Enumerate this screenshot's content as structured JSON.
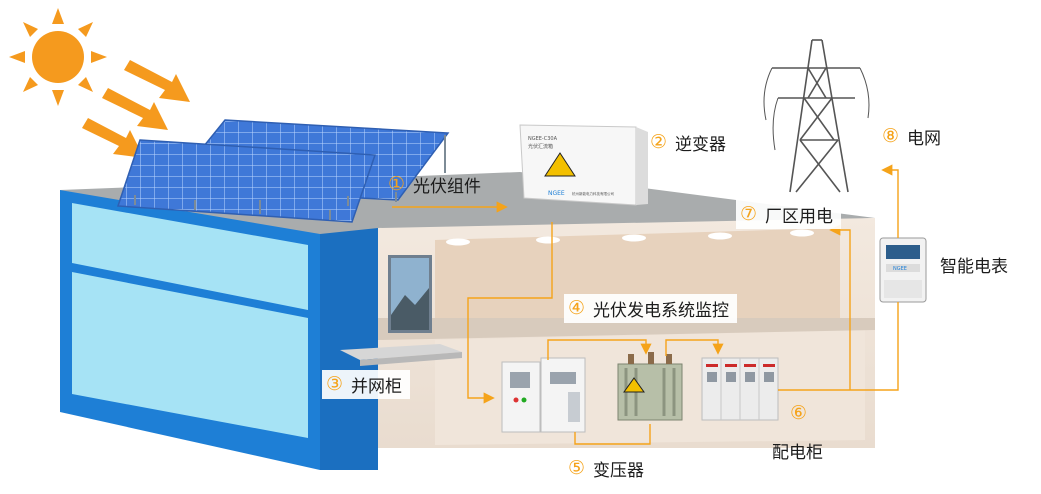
{
  "labels": [
    {
      "num": "①",
      "text": "光伏组件"
    },
    {
      "num": "②",
      "text": "逆变器"
    },
    {
      "num": "③",
      "text": "并网柜"
    },
    {
      "num": "④",
      "text": "光伏发电系统监控"
    },
    {
      "num": "⑤",
      "text": "变压器"
    },
    {
      "num": "⑥",
      "text": "配电柜"
    },
    {
      "num": "⑦",
      "text": "厂区用电"
    },
    {
      "num": "⑧",
      "text": "电网"
    },
    {
      "num": "",
      "text": "智能电表"
    }
  ],
  "inverter_box": {
    "model": "NGEE-C30A",
    "name": "光伏汇流箱",
    "brand": "NGEE",
    "maker": "杭州新能电力科技有限公司"
  },
  "meter": {
    "brand": "NGEE"
  },
  "colors": {
    "accent": "#f5a31a",
    "building": "#1e7fd6",
    "glass": "#a6e3f5",
    "panel": "#3f78d8"
  }
}
